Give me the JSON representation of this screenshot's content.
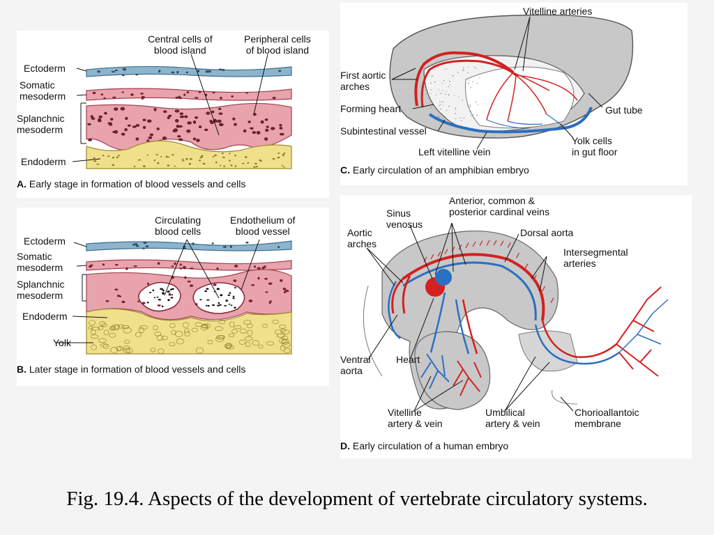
{
  "colors": {
    "ectoderm": "#8db4cc",
    "mesoderm": "#e8a3ad",
    "endoderm": "#f0e08c",
    "artery": "#d42020",
    "vein": "#2a6fc2",
    "embryo_gray": "#c8c8c8"
  },
  "panel_a": {
    "labels": {
      "ectoderm": "Ectoderm",
      "somatic": "Somatic\nmesoderm",
      "splanchnic": "Splanchnic\nmesoderm",
      "endoderm": "Endoderm",
      "central": "Central cells of\nblood island",
      "peripheral": "Peripheral cells\nof blood island"
    },
    "caption_letter": "A.",
    "caption_text": "Early stage in formation of blood vessels and cells"
  },
  "panel_b": {
    "labels": {
      "ectoderm": "Ectoderm",
      "somatic": "Somatic\nmesoderm",
      "splanchnic": "Splanchnic\nmesoderm",
      "endoderm": "Endoderm",
      "yolk": "Yolk",
      "circulating": "Circulating\nblood cells",
      "endothelium": "Endothelium of\nblood vessel"
    },
    "caption_letter": "B.",
    "caption_text": "Later stage in formation of blood vessels and cells"
  },
  "panel_c": {
    "labels": {
      "vitelline_arteries": "Vitelline arteries",
      "first_aortic": "First aortic\narches",
      "forming_heart": "Forming  heart",
      "subintestinal": "Subintestinal vessel",
      "left_vitelline": "Left vitelline vein",
      "gut_tube": "Gut tube",
      "yolk_cells": "Yolk cells\nin gut floor"
    },
    "caption_letter": "C.",
    "caption_text": "Early circulation of an amphibian embryo"
  },
  "panel_d": {
    "labels": {
      "cardinal": "Anterior, common &\nposterior cardinal veins",
      "sinus": "Sinus\nvenosus",
      "aortic_arches": "Aortic\narches",
      "dorsal_aorta": "Dorsal aorta",
      "intersegmental": "Intersegmental\narteries",
      "ventral_aorta": "Ventral\naorta",
      "heart": "Heart",
      "vitelline": "Vitelline\nartery & vein",
      "umbilical": "Umbilical\nartery & vein",
      "chorioallantoic": "Chorioallantoic\nmembrane"
    },
    "caption_letter": "D.",
    "caption_text": "Early circulation of a human embryo"
  },
  "figure_caption": "Fig. 19.4. Aspects of the development of vertebrate circulatory systems."
}
